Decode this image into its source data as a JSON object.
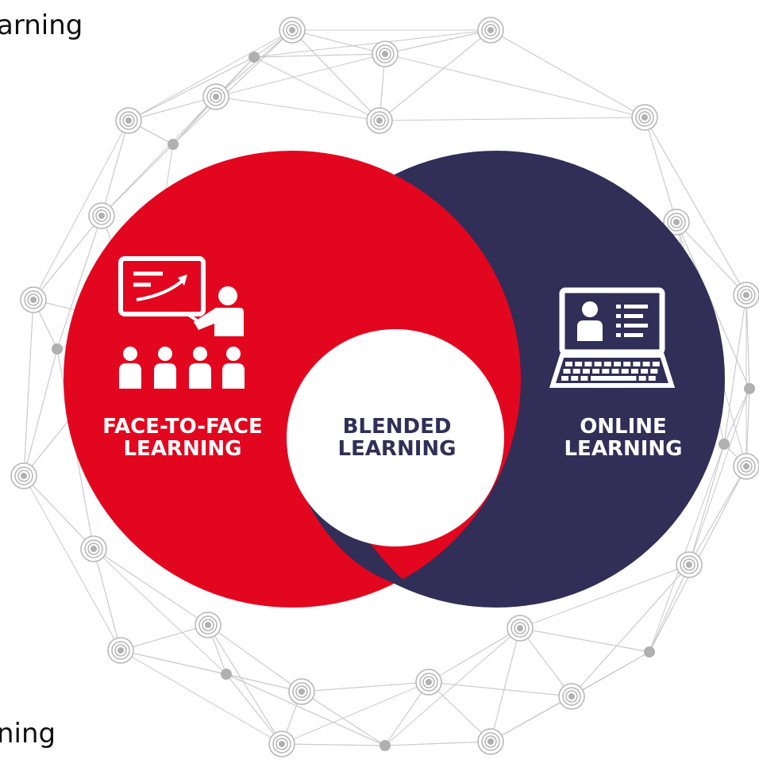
{
  "edge_text": {
    "top": "arning",
    "bottom": "ning"
  },
  "labels": {
    "face_to_face": [
      "FACE-TO-FACE",
      "LEARNING"
    ],
    "blended": [
      "BLENDED",
      "LEARNING"
    ],
    "online": [
      "ONLINE",
      "LEARNING"
    ]
  },
  "colors": {
    "face_to_face": "#e3061f",
    "online": "#312e57",
    "blended_center": "#ffffff",
    "network_line": "#c9c9c9",
    "network_node": "#b0b0b0"
  },
  "icons": {
    "face_to_face": "classroom-presentation-icon",
    "online": "laptop-profile-icon"
  }
}
